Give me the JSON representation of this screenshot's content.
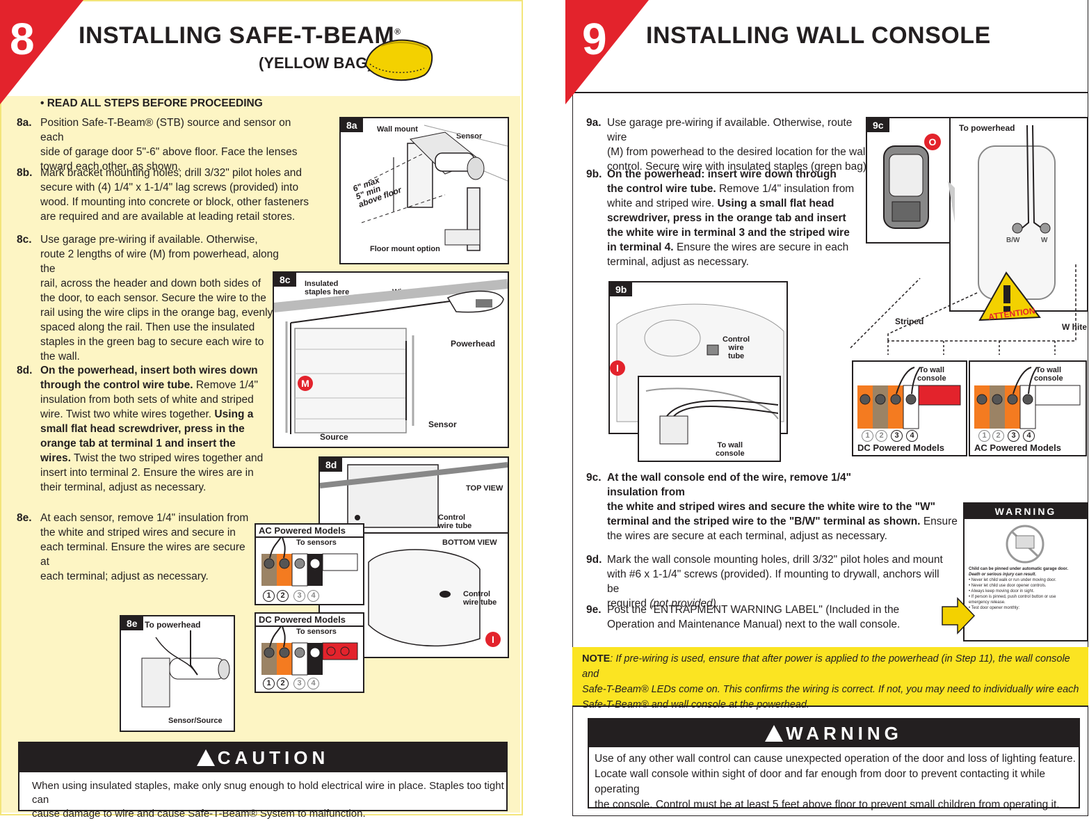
{
  "left": {
    "number": "8",
    "title": "INSTALLING SAFE-T-BEAM",
    "title_reg": "®",
    "subtitle": "(YELLOW BAG)",
    "read_all": "• READ ALL STEPS BEFORE PROCEEDING",
    "steps": [
      {
        "label": "8a.",
        "lines": [
          "Position Safe-T-Beam® (STB) source and sensor on each",
          "side of garage door 5\"-6\" above floor. Face the lenses",
          "toward each other, as shown."
        ]
      },
      {
        "label": "8b.",
        "lines": [
          "Mark bracket mounting holes; drill 3/32\" pilot holes and",
          "secure with (4) 1/4\" x 1-1/4\" lag screws (provided) into",
          "wood. If mounting into concrete or block, other fasteners",
          "are required and are available at leading retail stores."
        ]
      },
      {
        "label": "8c.",
        "lines": [
          "Use garage pre-wiring if available. Otherwise,",
          "route 2 lengths of wire (M) from powerhead, along the",
          "rail, across the header and down both sides of",
          "the door, to each sensor. Secure the wire to the",
          "rail using the wire clips in the orange bag, evenly",
          "spaced along the rail. Then use the insulated",
          "staples in the green bag to secure each wire to",
          "the wall."
        ]
      },
      {
        "label": "8d.",
        "bold_lines": [
          "On the powerhead, insert both wires down",
          "through the control wire tube."
        ],
        "mixed": "Remove 1/4\"",
        "lines": [
          "insulation from both sets of white and striped",
          "wire. Twist two white wires together."
        ],
        "bold2_a": "Using a",
        "bold2_lines": [
          "small flat head screwdriver, press in the",
          "orange tab at terminal 1 and insert the"
        ],
        "bold2_end": "wires.",
        "lines2": [
          "Twist the two striped wires together and",
          "insert into terminal 2. Ensure the wires are in",
          "their terminal, adjust as necessary."
        ]
      },
      {
        "label": "8e.",
        "lines": [
          "At each sensor, remove 1/4\" insulation from",
          "the white and striped wires and secure in",
          "each terminal. Ensure the wires are secure at",
          "each terminal; adjust as necessary."
        ]
      }
    ],
    "fig8a": {
      "tag": "8a",
      "wall_mount": "Wall mount",
      "sensor": "Sensor",
      "dims": [
        "6\" max",
        "5\" min",
        "above floor"
      ],
      "floor_mount": "Floor mount option"
    },
    "fig8c": {
      "tag": "8c",
      "insulated": [
        "Insulated",
        "staples here"
      ],
      "wire_clips": "Wire clips here",
      "powerhead": "Powerhead",
      "m": "M",
      "sensor": "Sensor",
      "source": "Source"
    },
    "fig8d": {
      "tag": "8d",
      "top_view": "TOP VIEW",
      "control_tube": [
        "Control",
        "wire tube"
      ],
      "bottom_view": "BOTTOM VIEW",
      "control_tube2": [
        "Control",
        "wire tube"
      ],
      "i": "I"
    },
    "ac_box": {
      "title": "AC Powered Models",
      "to_sensors": "To sensors",
      "terms": [
        "1",
        "2",
        "3",
        "4"
      ]
    },
    "dc_box": {
      "title": "DC Powered Models",
      "to_sensors": "To sensors",
      "terms": [
        "1",
        "2",
        "3",
        "4"
      ]
    },
    "fig8e": {
      "tag": "8e",
      "to_powerhead": "To powerhead",
      "sensor_source": "Sensor/Source"
    },
    "caution": {
      "head": "CAUTION",
      "lines": [
        "When using insulated staples, make only snug enough to hold electrical wire in place. Staples too tight can",
        "cause damage to wire and cause Safe-T-Beam® System to malfunction."
      ]
    }
  },
  "right": {
    "number": "9",
    "title": "INSTALLING WALL CONSOLE",
    "s9a": {
      "label": "9a.",
      "lines": [
        "Use garage pre-wiring if available. Otherwise, route wire",
        "(M) from powerhead to the desired location for the wall",
        "control. Secure wire with insulated staples (green bag)."
      ]
    },
    "s9b": {
      "label": "9b.",
      "bold_lines": [
        "On the powerhead: insert wire down through",
        "the control wire tube."
      ],
      "after_bold": "Remove 1/4\" insulation from",
      "line3": "white and striped wire.",
      "bold2": "Using a small flat head",
      "bold2_lines": [
        "screwdriver, press in the orange tab and insert",
        "the white wire in terminal 3 and the striped wire",
        "in terminal 4."
      ],
      "end": "Ensure the wires are secure in each",
      "last": "terminal, adjust as necessary."
    },
    "fig9b": {
      "tag": "9b",
      "control_tube": [
        "Control",
        "wire",
        "tube"
      ],
      "i": "I",
      "to_wall": [
        "To wall",
        "console"
      ]
    },
    "fig9c": {
      "tag": "9c",
      "o": "O",
      "to_powerhead": "To powerhead",
      "bw": "B/W",
      "w": "W",
      "striped": "Striped",
      "white": "W hite",
      "attention": "ATTENTION"
    },
    "dc_models": {
      "to_wall": [
        "To wall",
        "console"
      ],
      "label": "DC Powered Models",
      "terms": [
        "1",
        "2",
        "3",
        "4"
      ]
    },
    "ac_models": {
      "to_wall": [
        "To wall",
        "console"
      ],
      "label": "AC Powered Models",
      "terms": [
        "1",
        "2",
        "3",
        "4"
      ]
    },
    "s9c": {
      "label": "9c.",
      "bold_lines": [
        "At the wall console end of the wire, remove 1/4\"",
        "insulation from",
        "the white and striped wires and secure the white wire to the \"W\"",
        "terminal and the striped wire to the \"B/W\" terminal as shown."
      ],
      "end": "Ensure",
      "last": "the wires are secure at each terminal, adjust as necessary."
    },
    "s9d": {
      "label": "9d.",
      "lines": [
        "Mark the wall console mounting holes, drill 3/32\" pilot holes and mount",
        "with #6 x 1-1/4\" screws (provided). If mounting to drywall, anchors will be"
      ],
      "last": "required",
      "last_ital": "(not provided)."
    },
    "s9e": {
      "label": "9e.",
      "lines": [
        "Post the \"ENTRAPMENT WARNING LABEL\" (Included in the",
        "Operation and Maintenance Manual) next to the wall console."
      ]
    },
    "warn_label": {
      "head": "WARNING",
      "lines": [
        "Child can be pinned under automatic garage door.",
        "Death or serious injury can result.",
        "• Never let child walk or run under moving door.",
        "• Never let child use door opener controls.",
        "• Always keep moving door in sight.",
        "• If person is pinned, push control button or use",
        "  emergency release.",
        "• Test door opener monthly:"
      ]
    },
    "note": {
      "label": "NOTE",
      "lines": [
        ": If pre-wiring is used, ensure that after power is applied to the powerhead (in Step 11), the wall console and",
        "Safe-T-Beam® LEDs come on. This confirms the wiring is correct. If not, you may need to individually wire each",
        "Safe-T-Beam® and wall console at the powerhead."
      ]
    },
    "warning": {
      "head": "WARNING",
      "lines": [
        "Use of any other wall control can cause unexpected operation of the door and loss of lighting feature.",
        "Locate wall console within sight of door and far enough from door to prevent contacting it while operating",
        "the console. Control must be at least 5 feet above floor to prevent small children from operating it."
      ]
    }
  },
  "colors": {
    "red": "#e3232c",
    "yellow_bg": "#fdf5c4",
    "note_yellow": "#fbe422",
    "orange": "#f47b20",
    "brown": "#9b8365",
    "dark": "#231f20"
  }
}
